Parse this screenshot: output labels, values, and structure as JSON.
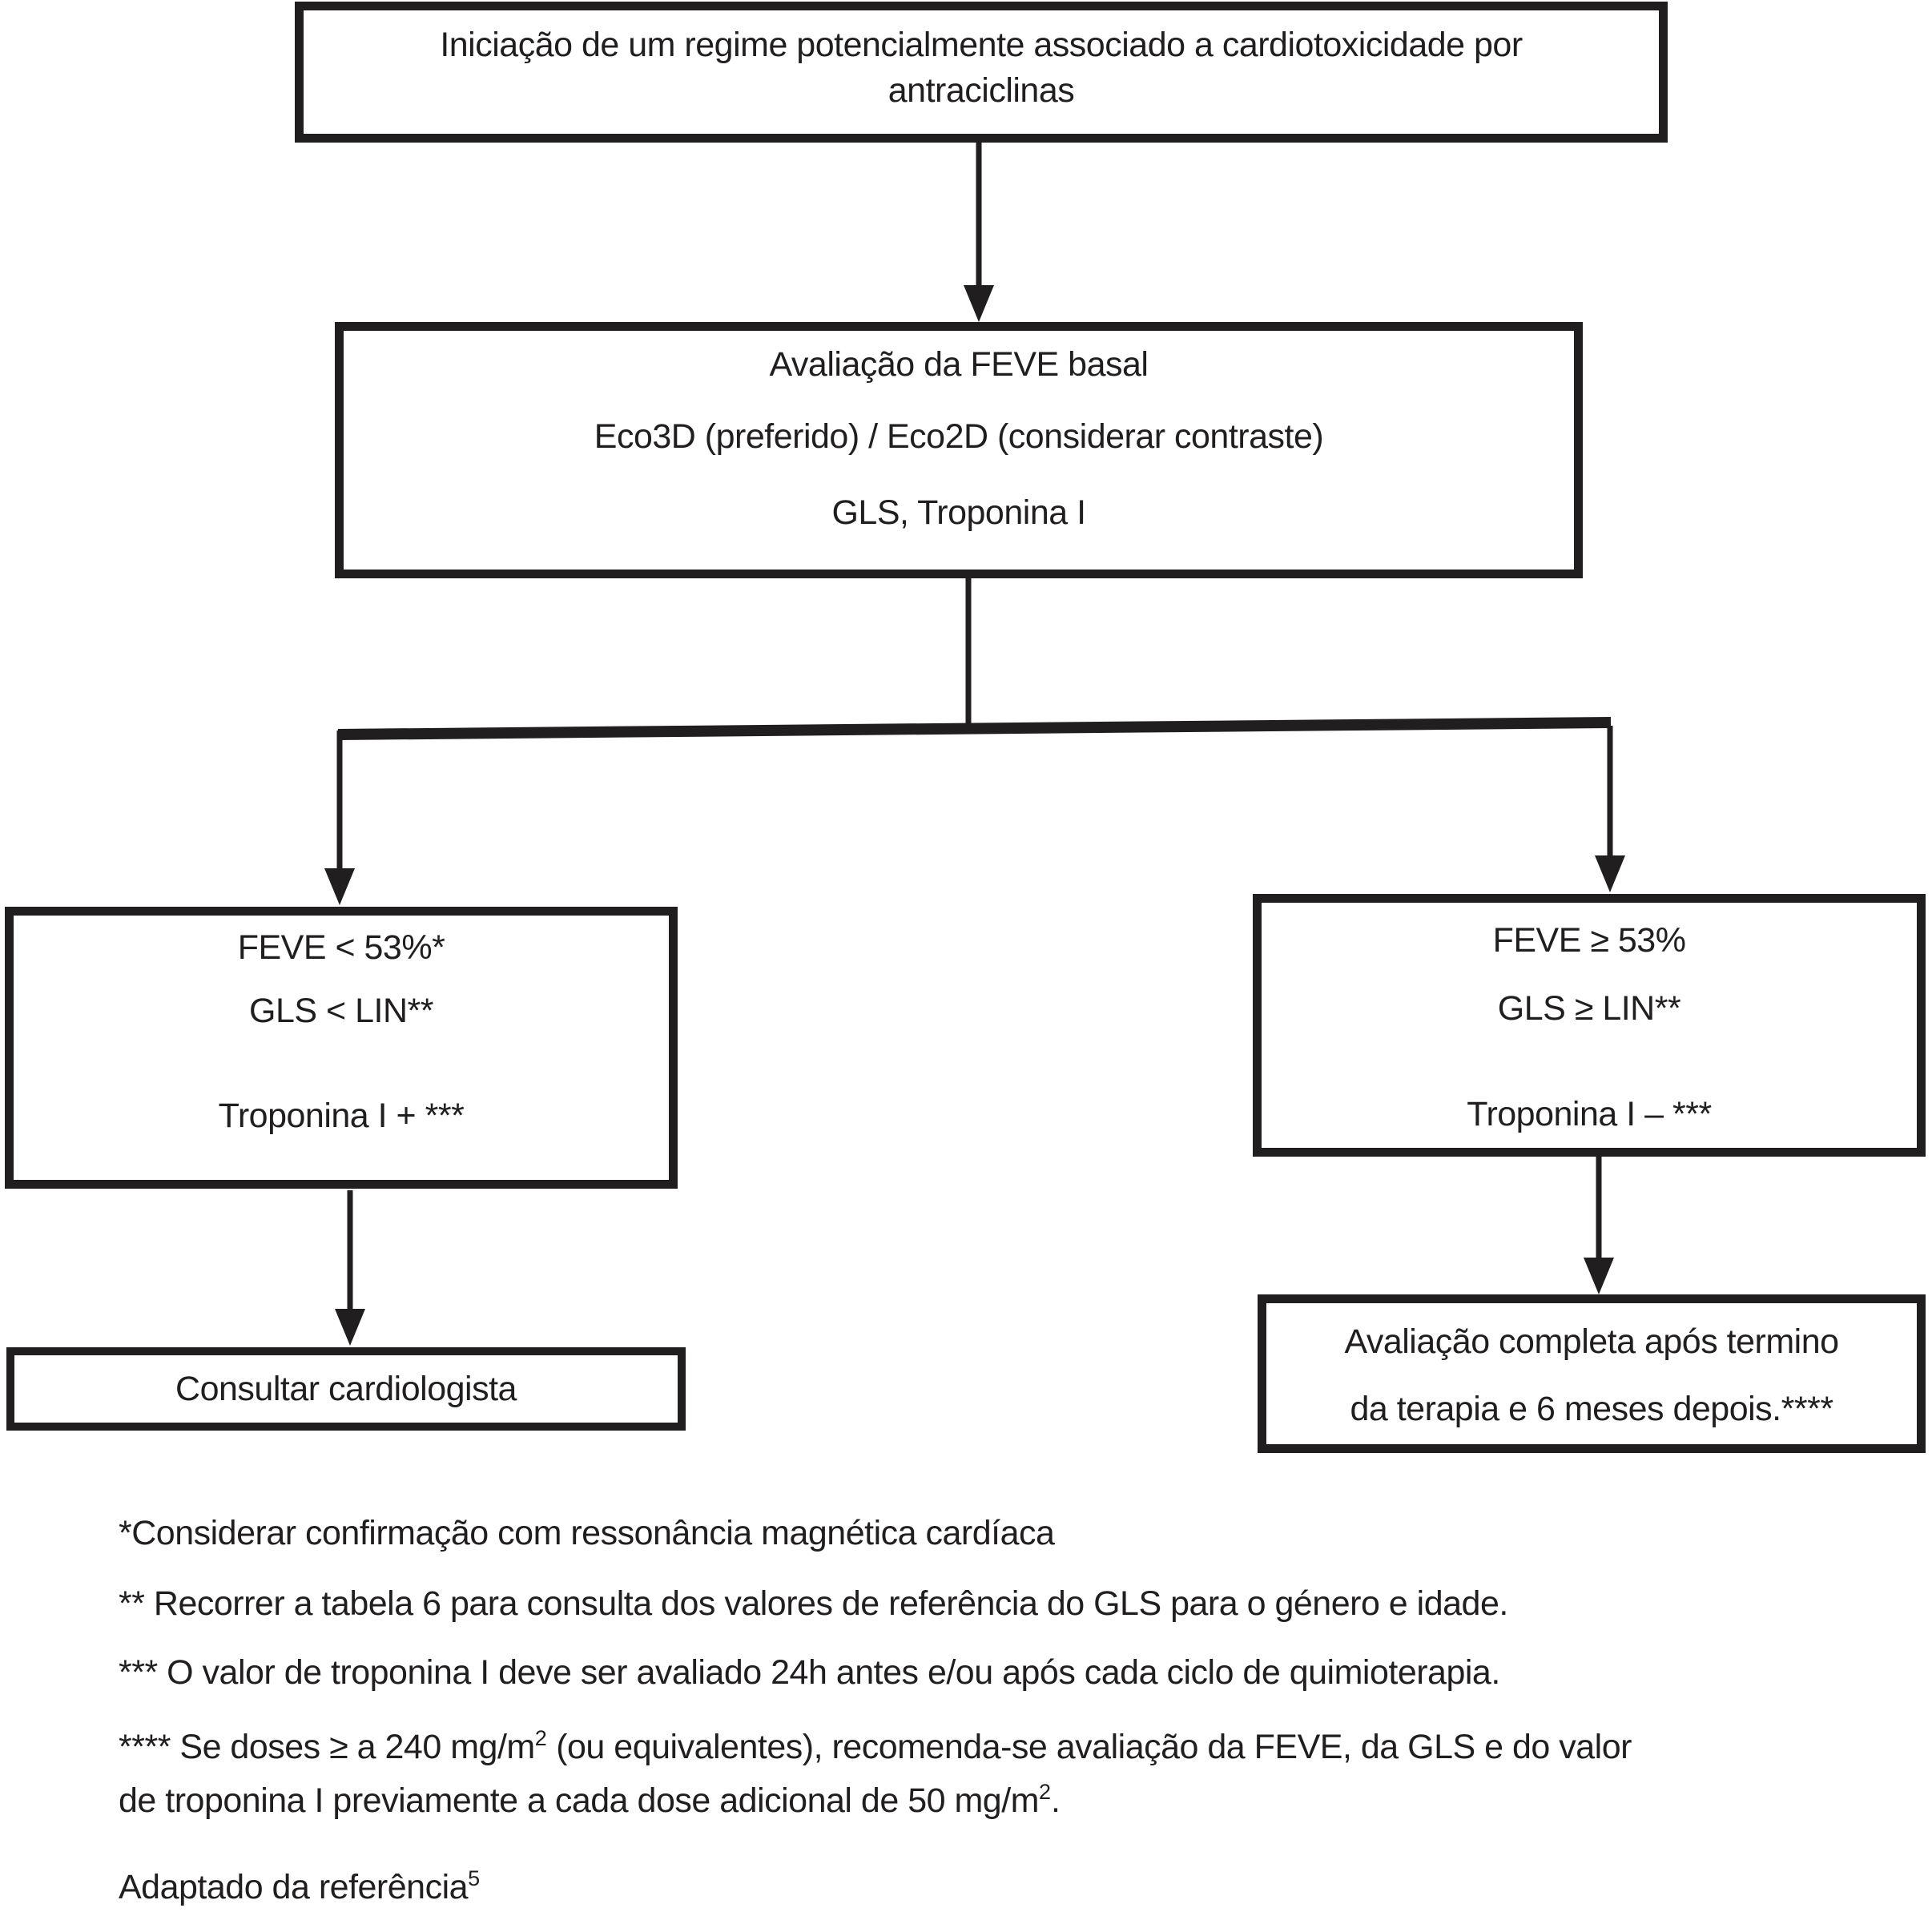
{
  "flow": {
    "start": {
      "lines": [
        "Iniciação de um regime potencialmente associado a cardiotoxicidade por",
        "antraciclinas"
      ]
    },
    "baseline": {
      "lines": [
        "Avaliação da FEVE basal",
        "Eco3D (preferido) / Eco2D (considerar contraste)",
        "GLS, Troponina I"
      ]
    },
    "abnormal": {
      "lines": [
        "FEVE < 53%*",
        "GLS < LIN**",
        "Troponina I + ***"
      ]
    },
    "normal": {
      "lines": [
        "FEVE ≥ 53%",
        "GLS ≥ LIN**",
        "Troponina I – ***"
      ]
    },
    "consult": {
      "text": "Consultar cardiologista"
    },
    "followup": {
      "lines": [
        "Avaliação completa após termino",
        "da terapia e 6 meses depois.****"
      ]
    },
    "footnotes": {
      "f1": "*Considerar confirmação com ressonância magnética cardíaca",
      "f2": "** Recorrer a tabela 6 para consulta dos valores de referência do GLS para o género e idade.",
      "f3": "*** O valor de troponina I deve ser avaliado 24h antes e/ou após cada ciclo de quimioterapia.",
      "f4_line1_a": "**** Se doses ≥ a 240 mg/m",
      "f4_sup1": "2",
      "f4_line1_b": " (ou equivalentes), recomenda-se avaliação da FEVE, da GLS e do valor",
      "f4_line2_a": "de troponina I previamente a cada dose adicional de 50 mg/m",
      "f4_sup2": "2",
      "f4_line2_b": ".",
      "credit": "Adaptado da referência",
      "credit_sup": "5"
    },
    "ink_color": "#211e1f"
  }
}
